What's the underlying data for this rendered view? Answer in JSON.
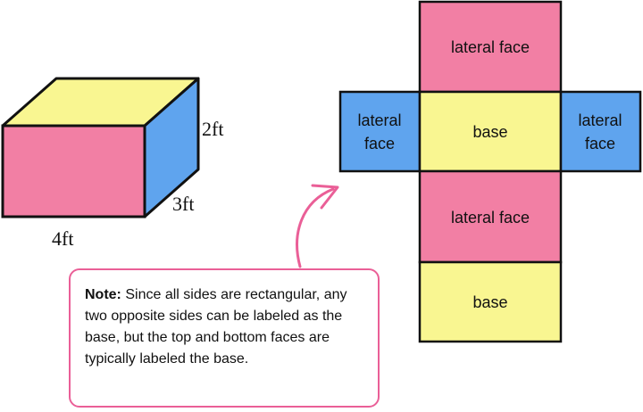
{
  "prism": {
    "height_label": "2ft",
    "depth_label": "3ft",
    "width_label": "4ft",
    "colors": {
      "top": "#f9f691",
      "front": "#f27fa4",
      "side": "#5fa4ee"
    }
  },
  "net": {
    "top_label": "lateral face",
    "left_label_line1": "lateral",
    "left_label_line2": "face",
    "center_label": "base",
    "right_label_line1": "lateral",
    "right_label_line2": "face",
    "lower_label": "lateral face",
    "bottom_label": "base",
    "colors": {
      "lateral_pink": "#f27fa4",
      "lateral_blue": "#5fa4ee",
      "base": "#f9f691"
    }
  },
  "note": {
    "heading": "Note:",
    "body": "Since all sides are rectangular, any two opposite sides can be labeled as the base, but the top and bottom faces are typically labeled the base."
  },
  "accent_color": "#ea5f97"
}
